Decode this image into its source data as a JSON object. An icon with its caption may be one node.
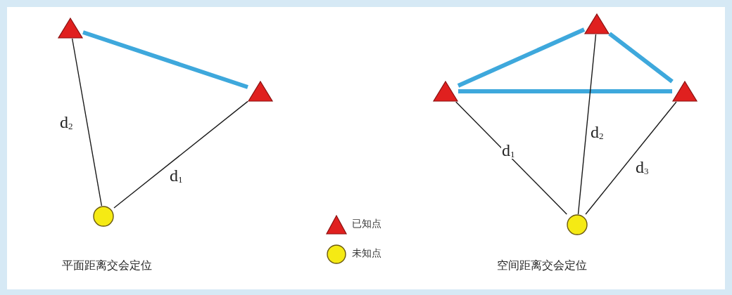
{
  "diagram": {
    "nodes": [
      {
        "text": [],
        "shape": "triangle"
      },
      {
        "text": [],
        "shape": "triangle"
      },
      {
        "text": [],
        "shape": "circle"
      },
      {
        "text": [],
        "shape": "triangle"
      },
      {
        "text": [],
        "shape": "triangle"
      },
      {
        "text": [],
        "shape": "triangle"
      },
      {
        "text": [],
        "shape": "circle"
      }
    ],
    "edges": [
      {
        "from": 0,
        "to": 1,
        "arrow": "none",
        "style": "thick",
        "color": "#3ea8dc"
      },
      {
        "from": 1,
        "to": 2,
        "arrow": "none",
        "label": "d$_{1}$"
      },
      {
        "from": 0,
        "to": 2,
        "arrow": "none",
        "label": "d$_{2}$"
      },
      {
        "from": 3,
        "to": 4,
        "arrow": "none",
        "style": "thick",
        "color": "#3ea8dc"
      },
      {
        "from": 4,
        "to": 5,
        "arrow": "none",
        "style": "thick",
        "color": "#3ea8dc"
      },
      {
        "from": 3,
        "to": 5,
        "arrow": "none",
        "style": "thick",
        "color": "#3ea8dc"
      },
      {
        "from": 3,
        "to": 6,
        "arrow": "none",
        "label": "d$_{1}$"
      },
      {
        "from": 4,
        "to": 6,
        "arrow": "none",
        "label": "d$_{2}$"
      },
      {
        "from": 5,
        "to": 6,
        "arrow": "none",
        "label": "d$_{3}$"
      }
    ],
    "labels": [
      "平面距离交会定位",
      "空间距离交会定位"
    ],
    "legend": [
      {
        "text": "已知点"
      },
      {
        "text": "未知点"
      }
    ]
  }
}
